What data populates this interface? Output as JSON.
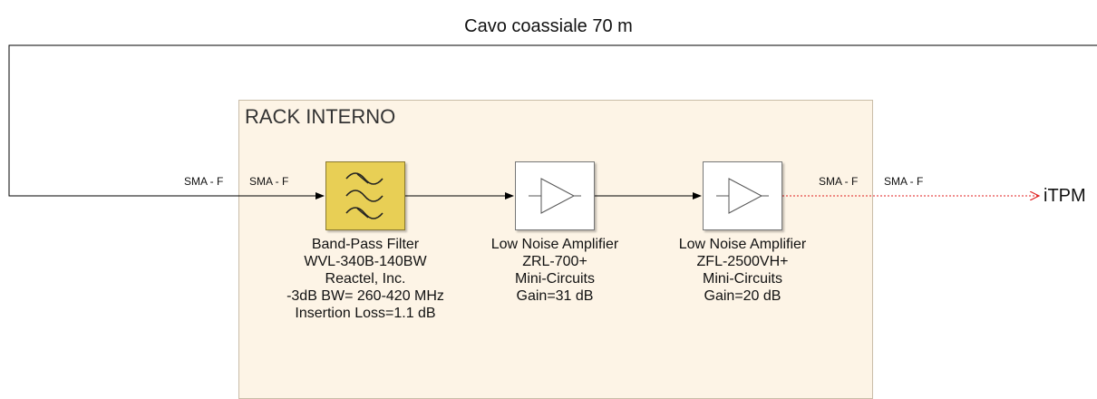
{
  "diagram": {
    "title": "Cavo coassiale 70 m",
    "rack_label": "RACK INTERNO",
    "ports": {
      "left_outer": "SMA - F",
      "left_inner": "SMA - F",
      "right_inner": "SMA - F",
      "right_outer": "SMA - F"
    },
    "output_label": "iTPM",
    "blocks": [
      {
        "type": "band-pass-filter",
        "lines": [
          "Band-Pass Filter",
          "WVL-340B-140BW",
          "Reactel, Inc.",
          "-3dB BW= 260-420 MHz",
          "Insertion Loss=1.1 dB"
        ]
      },
      {
        "type": "amplifier",
        "lines": [
          "Low Noise Amplifier",
          "ZRL-700+",
          "Mini-Circuits",
          "Gain=31 dB"
        ]
      },
      {
        "type": "amplifier",
        "lines": [
          "Low Noise Amplifier",
          "ZFL-2500VH+",
          "Mini-Circuits",
          "Gain=20 dB"
        ]
      }
    ],
    "colors": {
      "rack_fill": "#fdf4e6",
      "filter_fill": "#e8cf55",
      "signal_line": "#000000",
      "output_line": "#e02020"
    }
  }
}
